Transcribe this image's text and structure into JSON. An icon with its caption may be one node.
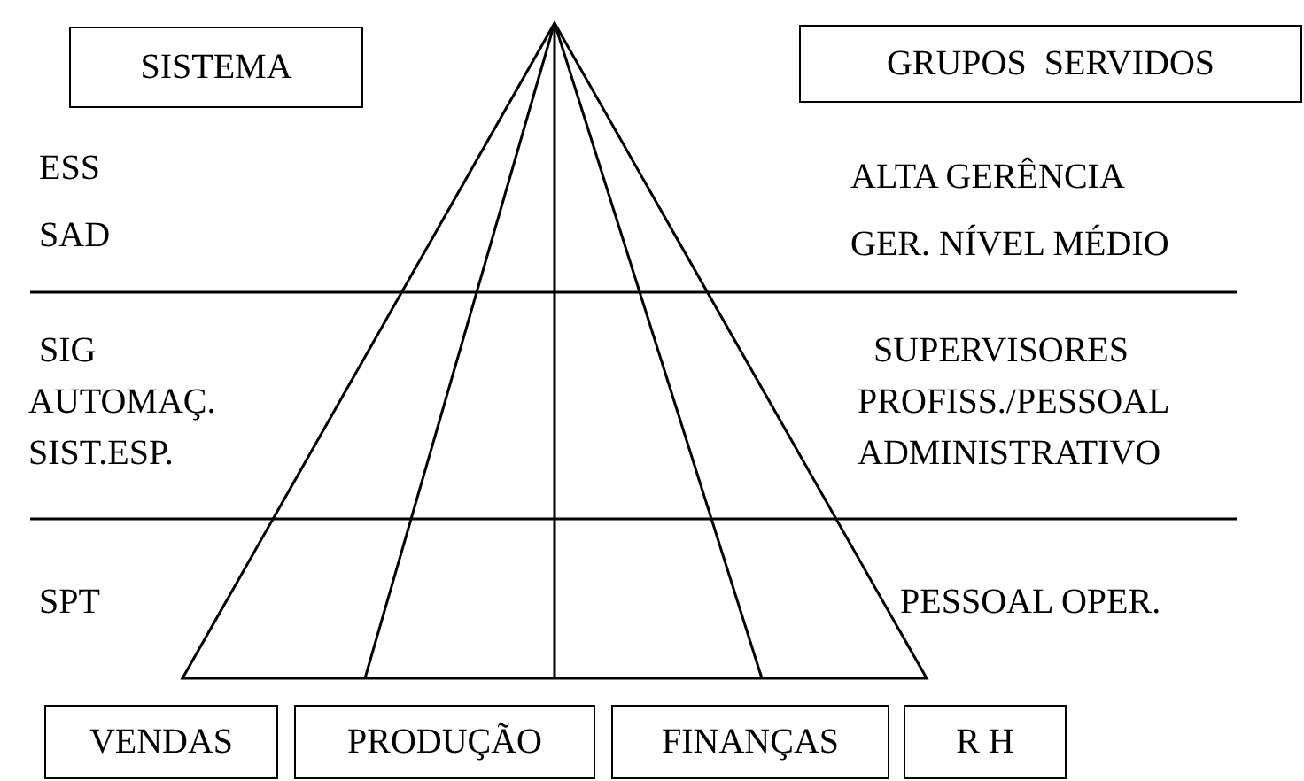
{
  "diagram": {
    "nodes": [
      {
        "text": [
          "SISTEMA"
        ]
      },
      {
        "text": [
          "GRUPOS  SERVIDOS"
        ]
      },
      {
        "text": [
          "VENDAS"
        ]
      },
      {
        "text": [
          "PRODUÇÃO"
        ]
      },
      {
        "text": [
          "FINANÇAS"
        ]
      },
      {
        "text": [
          "R H"
        ]
      }
    ],
    "labels": [
      "ESS",
      "ALTA GERÊNCIA",
      "SAD",
      "GER. NÍVEL MÉDIO",
      "SIG",
      "SUPERVISORES",
      "AUTOMAÇ.",
      "PROFISS./PESSOAL",
      "SIST.ESP.",
      "ADMINISTRATIVO",
      "SPT",
      "PESSOAL OPER."
    ]
  }
}
